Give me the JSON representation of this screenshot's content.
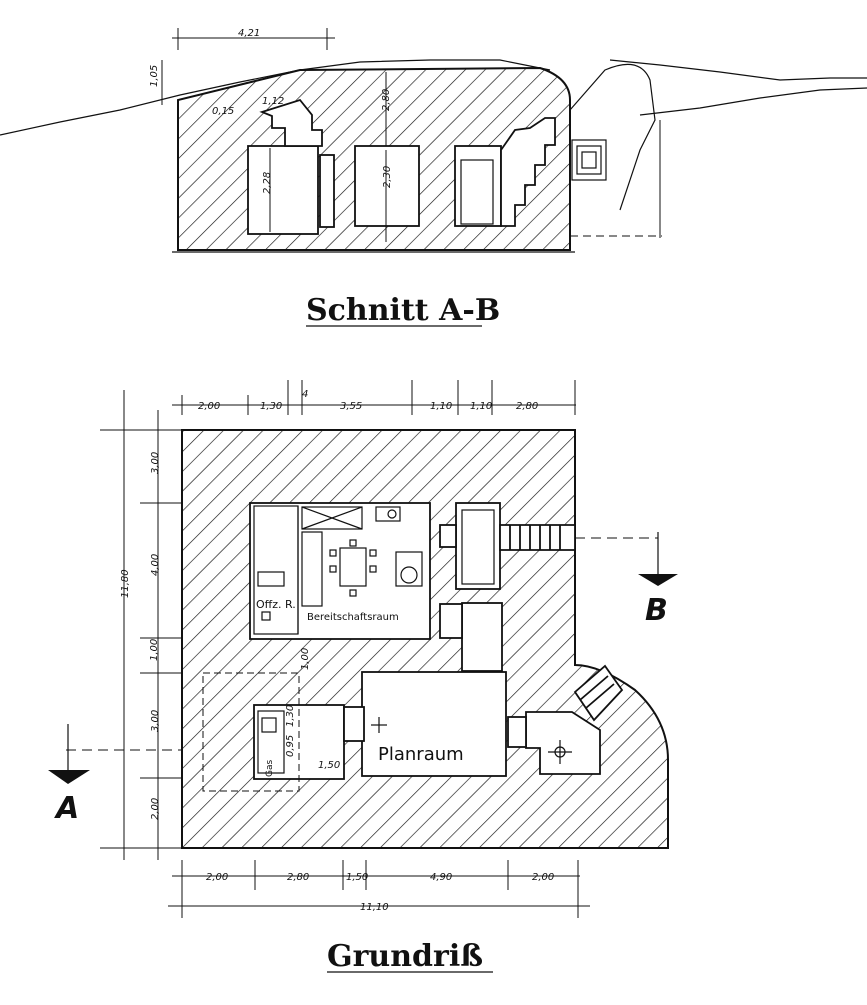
{
  "section": {
    "title": "Schnitt A-B",
    "dims": {
      "top_width": "4,21",
      "earth_cover": "1,05",
      "slope_1": "0,15",
      "slope_2": "1,12",
      "ceiling_room": "2,80",
      "left_height": "2,28",
      "room_height": "2,30"
    }
  },
  "plan": {
    "title": "Grundriß",
    "rooms": {
      "bereitschaft": "Bereitschaftsraum",
      "offz": "Offz. R.",
      "planraum": "Planraum",
      "gasschleuse": "Gas"
    },
    "top_dims": [
      "2,00",
      "1,30",
      "4",
      "3,55",
      "1,10",
      "1,10",
      "2,80"
    ],
    "bottom_dims": [
      "2,00",
      "2,80",
      "1,50",
      "4,90",
      "2,00"
    ],
    "total_width": "11,10",
    "left_dims": [
      "3,00",
      "4,00",
      "1,00",
      "3,00",
      "2,00"
    ],
    "total_height": "11,80",
    "inner_dims": [
      "1,00",
      "1,30",
      "0,95",
      "1,50"
    ]
  },
  "markers": {
    "a": "A",
    "b": "B"
  }
}
